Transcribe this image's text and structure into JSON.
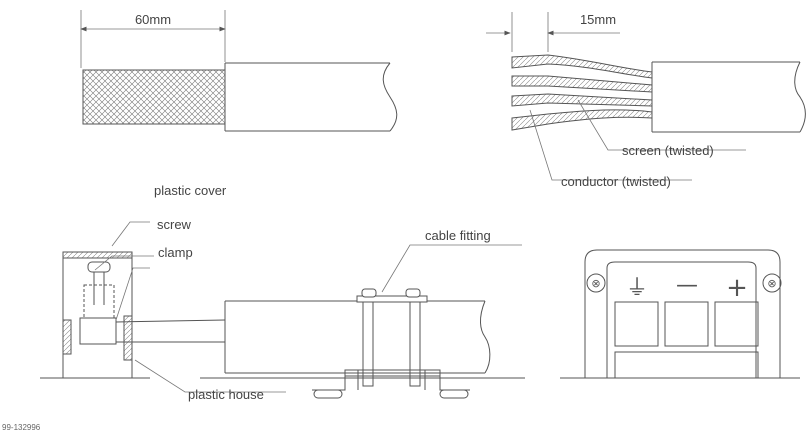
{
  "dimensions": {
    "strip_length": "60mm",
    "screen_length": "15mm"
  },
  "labels": {
    "screen": "screen (twisted)",
    "conductor": "conductor (twisted)",
    "plastic_cover": "plastic cover",
    "screw": "screw",
    "clamp": "clamp",
    "cable_fitting": "cable fitting",
    "plastic_house": "plastic house"
  },
  "terminal_symbols": {
    "ground": "⏚",
    "minus": "—",
    "plus": "+",
    "screw_mark": "⊗"
  },
  "figure_id": "99-132996"
}
